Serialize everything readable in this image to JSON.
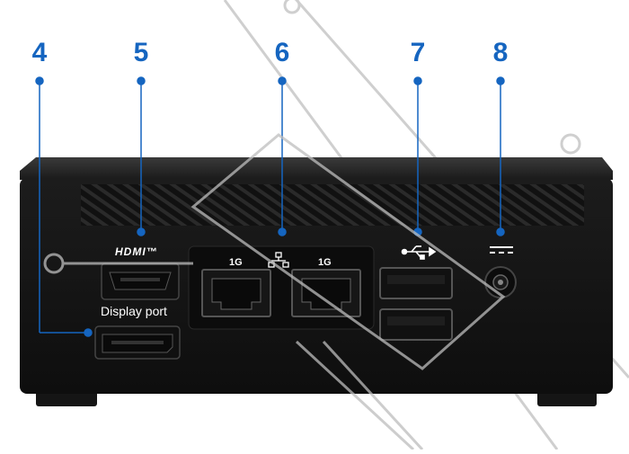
{
  "callouts": [
    {
      "number": "4",
      "port": "display-port"
    },
    {
      "number": "5",
      "port": "hdmi"
    },
    {
      "number": "6",
      "port": "ethernet"
    },
    {
      "number": "7",
      "port": "usb"
    },
    {
      "number": "8",
      "port": "dc-power"
    }
  ],
  "labels": {
    "hdmi": "HDMI™",
    "display_port": "Display port",
    "lan_left": "1G",
    "lan_right": "1G"
  },
  "colors": {
    "callout_blue": "#1565c0",
    "chassis": "#141414",
    "watermark": "#c8c8c8"
  },
  "icons": [
    "usb-icon",
    "network-icon",
    "dc-power-icon"
  ]
}
